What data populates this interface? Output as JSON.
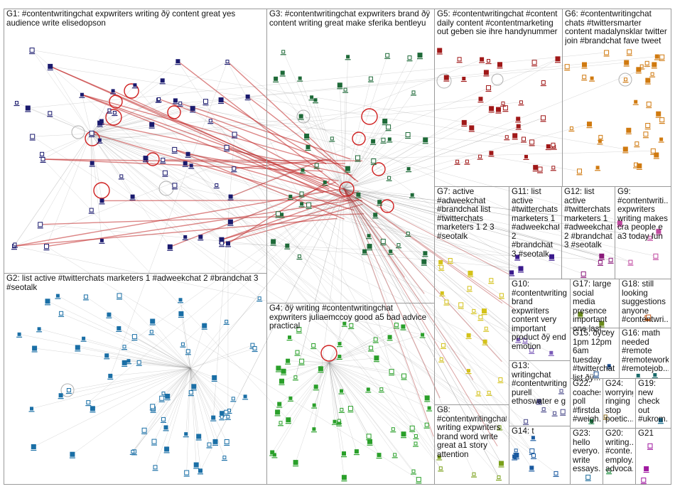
{
  "groups": [
    {
      "id": "G1",
      "label": "G1: #contentwritingchat expwriters writing ðÿ content great yes audience write elisedopson",
      "color": "#1a1a6e"
    },
    {
      "id": "G3",
      "label": "G3: #contentwritingchat expwriters brand ðÿ content writing great make sferika bentleyu",
      "color": "#1e6a38"
    },
    {
      "id": "G5",
      "label": "G5: #contentwritingchat #content daily content #contentmarketing out geben sie ihre handynummer",
      "color": "#a01818"
    },
    {
      "id": "G6",
      "label": "G6: #contentwritingchat chats #twittersmarter content madalynsklar twitter join #brandchat fave tweet",
      "color": "#d07a10"
    },
    {
      "id": "G7",
      "label": "G7: active #adweekchat #brandchat list #twitterchats marketers 1 2 3 #seotalk",
      "color": "#d4c21a"
    },
    {
      "id": "G11",
      "label": "G11: list active #twitterchats marketers 1 #adweekchat 2 #brandchat 3 #seotalk",
      "color": "#3a1a8c"
    },
    {
      "id": "G12",
      "label": "G12: list active #twitterchats marketers 1 #adweekchat 2 #brandchat 3 #seotalk",
      "color": "#8a1a7a"
    },
    {
      "id": "G9",
      "label": "G9: #contentwriti... expwriters writing makes cra people e a3 today fun",
      "color": "#c04aa0"
    },
    {
      "id": "G2",
      "label": "G2: list active #twitterchats marketers 1 #adweekchat 2 #brandchat 3 #seotalk",
      "color": "#1a6fa6"
    },
    {
      "id": "G4",
      "label": "G4: ðÿ writing #contentwritingchat expwriters juliaemccoy good a5 bad advice practical",
      "color": "#2aa02a"
    },
    {
      "id": "G10",
      "label": "G10: #contentwriting... brand expwriters content very important product ðÿ end emotion",
      "color": "#7a5ab8"
    },
    {
      "id": "G17",
      "label": "G17: large social media presence important one last...",
      "color": "#6a8a1a"
    },
    {
      "id": "G18",
      "label": "G18: still looking suggestions anyone #contentwri...",
      "color": "#c05a1a"
    },
    {
      "id": "G15",
      "label": "G15: ðÿcey 1pm 12pm 6am tuesday #twitterchat list ðÿ...",
      "color": "#1a4a8a"
    },
    {
      "id": "G16",
      "label": "G16: math needed #remote #remotework #remotejob...",
      "color": "#1a6a6a"
    },
    {
      "id": "G13",
      "label": "G13: writingchat #contentwriting... purell ethoswater e g",
      "color": "#4a4a8a"
    },
    {
      "id": "G22",
      "label": "G22: coaches poll #firstda... #weigh...",
      "color": "#1a8a4a"
    },
    {
      "id": "G24",
      "label": "G24: worrying ringing stop poetic...",
      "color": "#8a6a1a"
    },
    {
      "id": "G19",
      "label": "G19: new check out #ukrom...",
      "color": "#1a6a8a"
    },
    {
      "id": "G8",
      "label": "G8: #contentwritingchat writing expwriters brand word write great a1 story attention",
      "color": "#7aa01a"
    },
    {
      "id": "G14",
      "label": "G14: t",
      "color": "#1a5aa0"
    },
    {
      "id": "G23",
      "label": "G23: hello everyo... write essays...",
      "color": "#1a6a9a"
    },
    {
      "id": "G20",
      "label": "G20: writing... #conte... employ... advoca...",
      "color": "#1a8a3a"
    },
    {
      "id": "G21",
      "label": "G21",
      "color": "#a01aa0"
    }
  ]
}
